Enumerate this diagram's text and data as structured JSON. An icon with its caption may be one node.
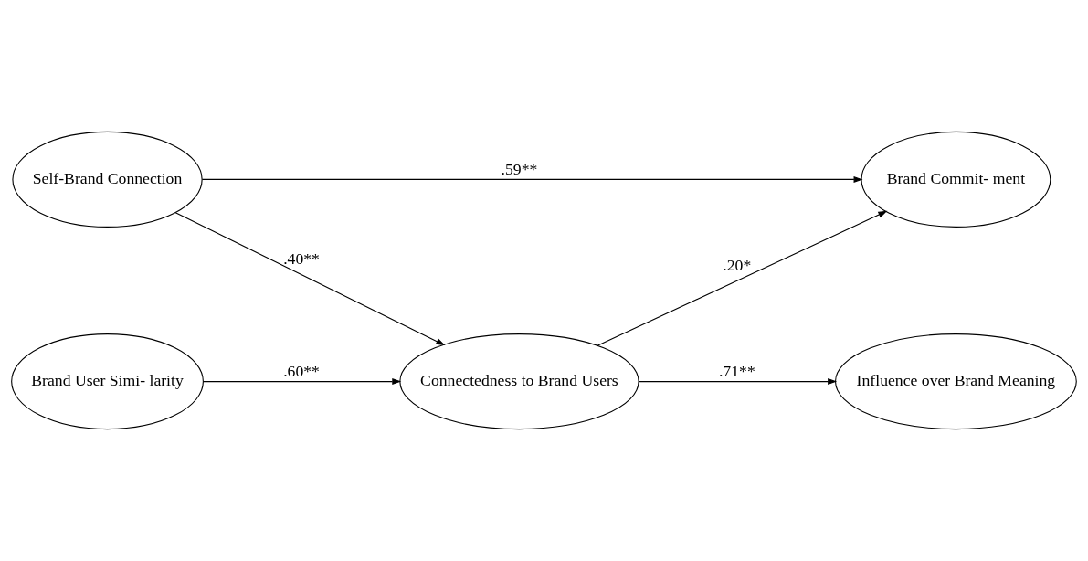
{
  "diagram": {
    "nodes": [
      {
        "text": [
          "Self-Brand Connection"
        ]
      },
      {
        "text": [
          "Brand Commit- ment"
        ]
      },
      {
        "text": [
          "Connectedness to Brand Users"
        ]
      },
      {
        "text": [
          "Brand User Simi- larity"
        ]
      },
      {
        "text": [
          "Influence over Brand Meaning"
        ]
      }
    ],
    "edges": [
      {
        "from": 0,
        "to": 1,
        "arrow": "to",
        "label": ".59**"
      },
      {
        "from": 0,
        "to": 2,
        "arrow": "to",
        "label": ".40**"
      },
      {
        "from": 3,
        "to": 2,
        "arrow": "to",
        "label": ".60**"
      },
      {
        "from": 2,
        "to": 1,
        "arrow": "to",
        "label": ".20*"
      },
      {
        "from": 2,
        "to": 4,
        "arrow": "to",
        "label": ".71**"
      }
    ]
  }
}
